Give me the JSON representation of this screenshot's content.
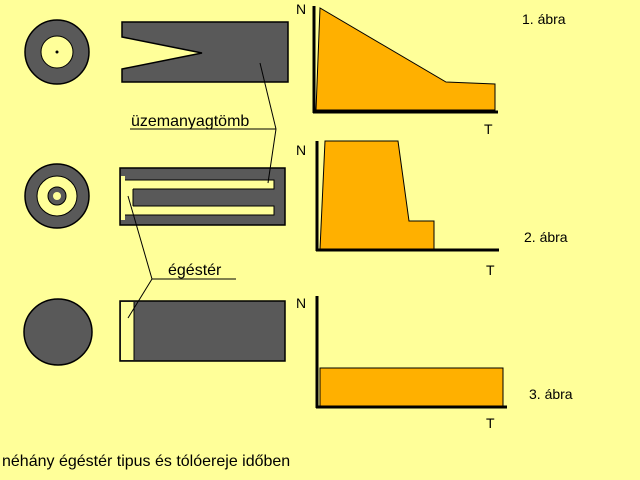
{
  "labels": {
    "fuel_block": "üzemanyagtömb",
    "combustion_chamber": "égéstér",
    "caption": "néhány égéstér tipus és tólóereje időben"
  },
  "figures": [
    {
      "title": "1. ábra",
      "y_axis": "N",
      "x_axis": "T"
    },
    {
      "title": "2. ábra",
      "y_axis": "N",
      "x_axis": "T"
    },
    {
      "title": "3. ábra",
      "y_axis": "N",
      "x_axis": "T"
    }
  ],
  "colors": {
    "background": "#ffff99",
    "fuel_grey": "#595959",
    "thrust_fill": "#ffb000",
    "outline": "#000000"
  }
}
